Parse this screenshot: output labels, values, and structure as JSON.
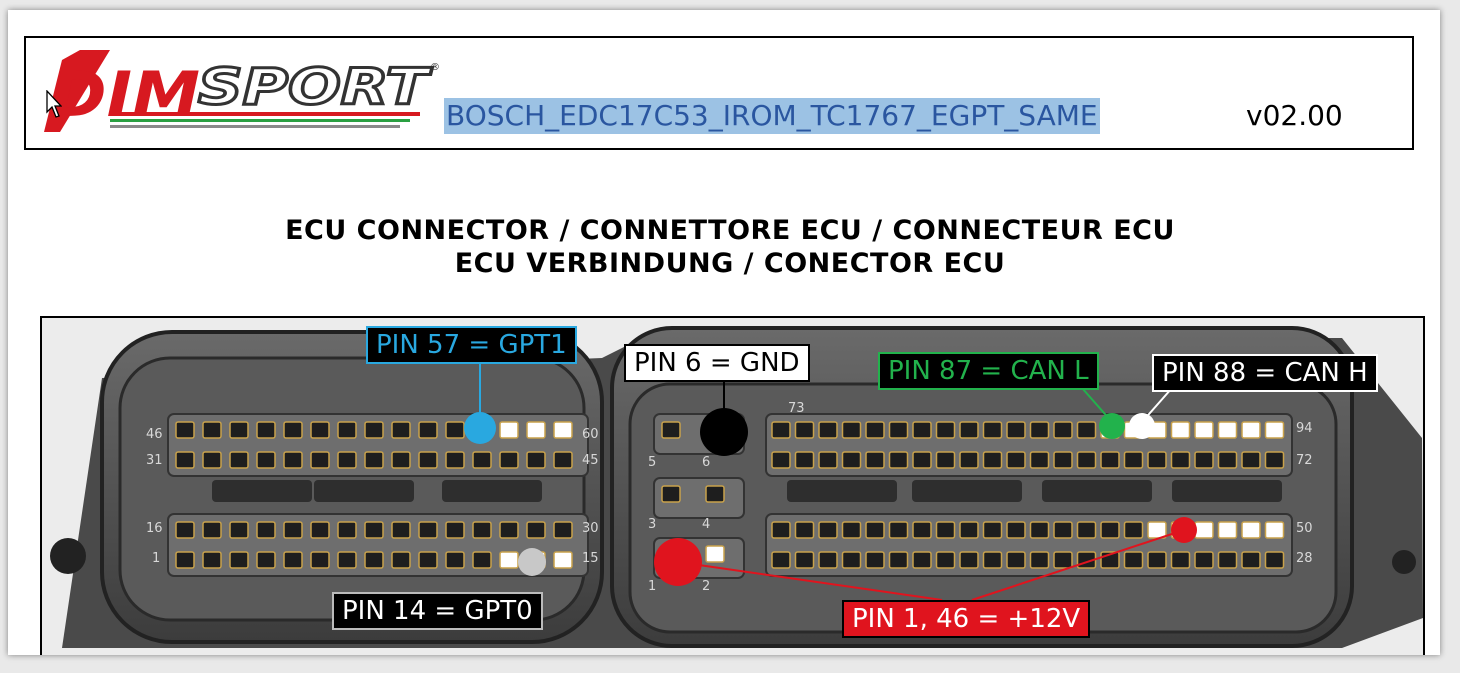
{
  "header": {
    "logo_text": "DIMSPORT",
    "document_id": "BOSCH_EDC17C53_IROM_TC1767_EGPT_SAME",
    "version": "v02.00"
  },
  "title": {
    "line1": "ECU CONNECTOR / CONNETTORE ECU / CONNECTEUR ECU",
    "line2": "ECU VERBINDUNG / CONECTOR ECU"
  },
  "connector_numbers": [
    "46",
    "60",
    "31",
    "45",
    "16",
    "30",
    "1",
    "15",
    "5",
    "6",
    "3",
    "4",
    "1",
    "2",
    "73",
    "94",
    "72",
    "50",
    "28"
  ],
  "pin_labels": [
    {
      "id": "gpt1",
      "text": "PIN 57 = GPT1",
      "bg": "#000000",
      "fg": "#29a8e0",
      "border": "#29a8e0"
    },
    {
      "id": "gnd",
      "text": "PIN 6 = GND",
      "bg": "#ffffff",
      "fg": "#000000",
      "border": "#000000"
    },
    {
      "id": "canl",
      "text": "PIN 87 = CAN L",
      "bg": "#000000",
      "fg": "#22b24c",
      "border": "#22b24c"
    },
    {
      "id": "canh",
      "text": "PIN 88 = CAN H",
      "bg": "#000000",
      "fg": "#ffffff",
      "border": "#ffffff"
    },
    {
      "id": "gpt0",
      "text": "PIN 14 = GPT0",
      "bg": "#000000",
      "fg": "#ffffff",
      "border": "#bbbbbb"
    },
    {
      "id": "power",
      "text": "PIN 1, 46 = +12V",
      "bg": "#e0141e",
      "fg": "#ffffff",
      "border": "#000000"
    }
  ],
  "colors": {
    "brand_red": "#d71920",
    "gpt1": "#29a8e0",
    "gnd": "#000000",
    "can_l": "#22b24c",
    "can_h": "#ffffff",
    "gpt0": "#c8c8c8",
    "power": "#e0141e"
  }
}
